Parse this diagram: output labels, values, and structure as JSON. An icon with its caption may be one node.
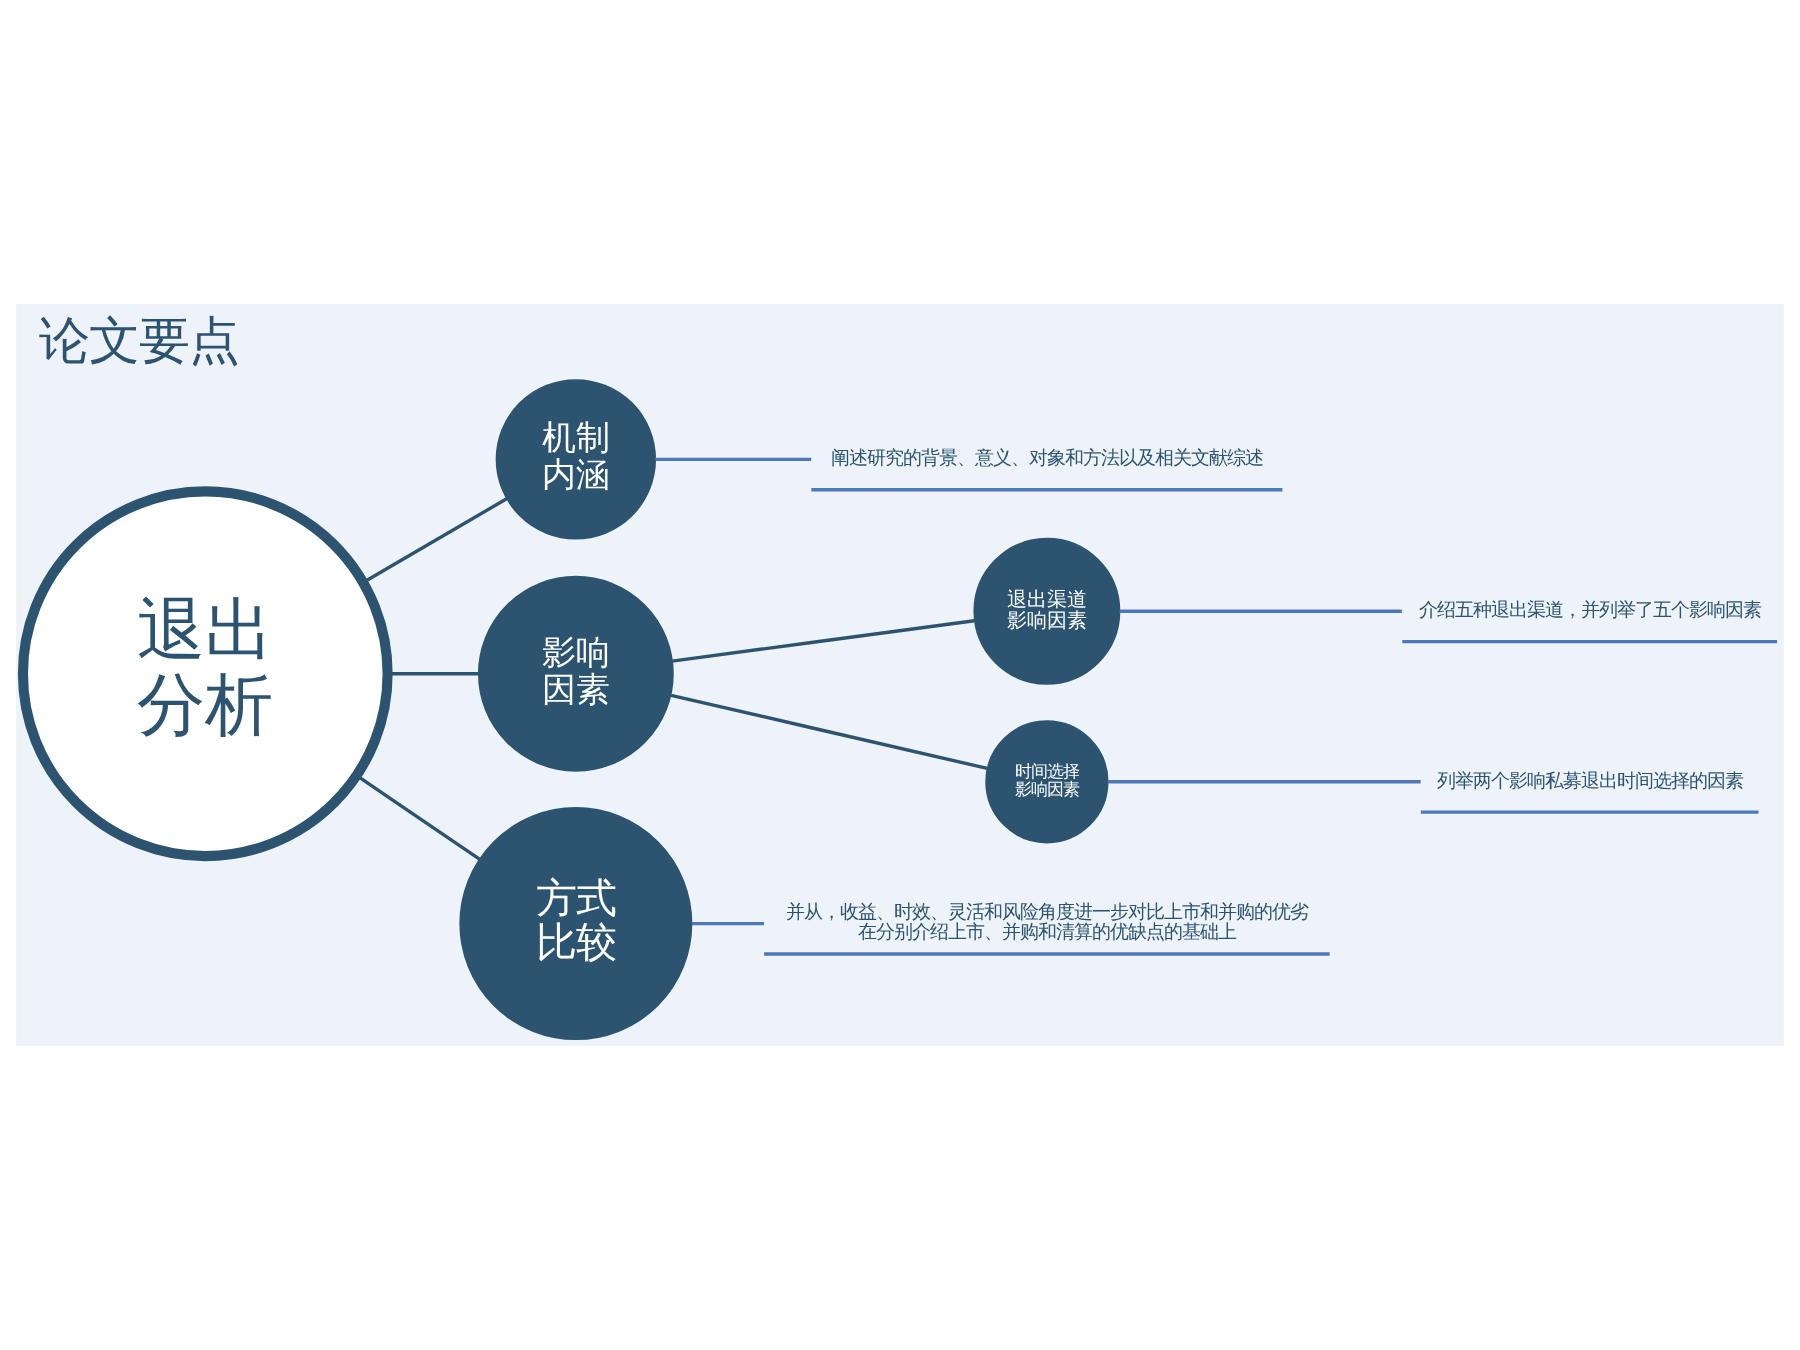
{
  "diagram": {
    "title": "论文要点",
    "nodes": [
      {
        "text": [
          "退出分析"
        ]
      },
      {
        "text": [
          "机制内涵"
        ]
      },
      {
        "text": [
          "阐述研究的背景、意义、对象和方法以及相关文献综述"
        ]
      },
      {
        "text": [
          "影响因素"
        ]
      },
      {
        "text": [
          "退出渠道影响因素"
        ]
      },
      {
        "text": [
          "介绍五种退出渠道，并列举了五个影响因素"
        ]
      },
      {
        "text": [
          "时间选择影响因素"
        ]
      },
      {
        "text": [
          "列举两个影响私募退出时间选择的因素"
        ]
      },
      {
        "text": [
          "方式比较"
        ]
      },
      {
        "text": [
          "并从，收益、时效、灵活和风险角度进一步对比上市和并购的优劣",
          "在分别介绍上市、并购和清算的优缺点的基础上"
        ]
      }
    ],
    "edges": [
      {
        "from": 0,
        "to": 1,
        "arrow": "none"
      },
      {
        "from": 1,
        "to": 2,
        "arrow": "none",
        "color": "#4a78b8"
      },
      {
        "from": 0,
        "to": 3,
        "arrow": "none"
      },
      {
        "from": 3,
        "to": 4,
        "arrow": "none"
      },
      {
        "from": 4,
        "to": 5,
        "arrow": "none",
        "color": "#4a78b8"
      },
      {
        "from": 3,
        "to": 6,
        "arrow": "none"
      },
      {
        "from": 6,
        "to": 7,
        "arrow": "none",
        "color": "#4a78b8"
      },
      {
        "from": 0,
        "to": 8,
        "arrow": "none"
      },
      {
        "from": 8,
        "to": 9,
        "arrow": "none",
        "color": "#4a78b8"
      }
    ]
  }
}
